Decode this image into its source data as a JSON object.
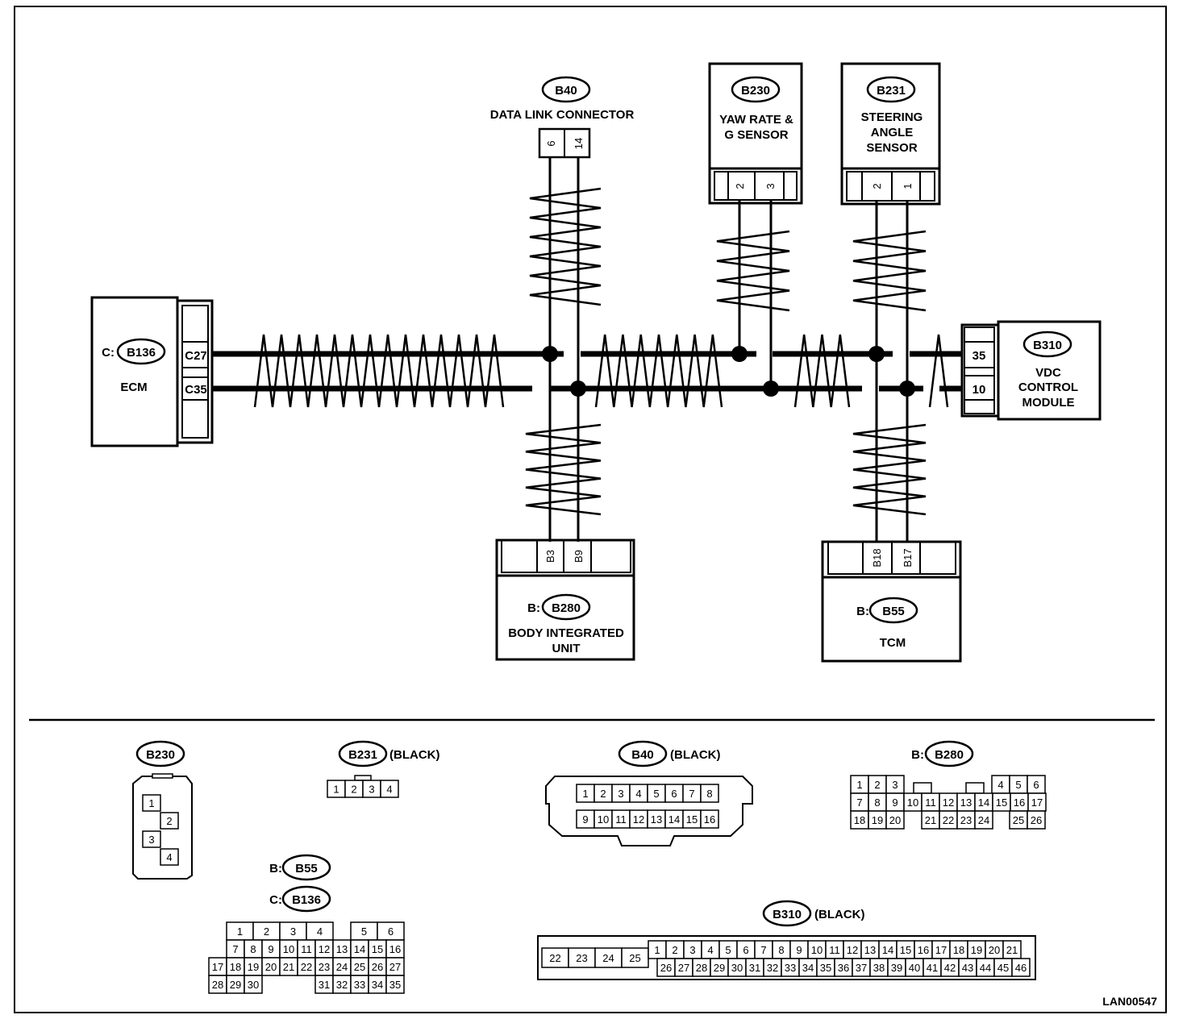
{
  "components": {
    "ecm": {
      "prefix": "C:",
      "id": "B136",
      "name": "ECM",
      "pins": [
        "C27",
        "C35"
      ]
    },
    "dlc": {
      "id": "B40",
      "name": "DATA LINK CONNECTOR",
      "pins": [
        "6",
        "14"
      ]
    },
    "yaw": {
      "id": "B230",
      "name_l1": "YAW RATE &",
      "name_l2": "G SENSOR",
      "pins": [
        "2",
        "3"
      ]
    },
    "steer": {
      "id": "B231",
      "name_l1": "STEERING",
      "name_l2": "ANGLE",
      "name_l3": "SENSOR",
      "pins": [
        "2",
        "1"
      ]
    },
    "vdc": {
      "id": "B310",
      "name_l1": "VDC",
      "name_l2": "CONTROL",
      "name_l3": "MODULE",
      "pins": [
        "35",
        "10"
      ]
    },
    "biu": {
      "prefix": "B:",
      "id": "B280",
      "name_l1": "BODY INTEGRATED",
      "name_l2": "UNIT",
      "pins": [
        "B3",
        "B9"
      ]
    },
    "tcm": {
      "prefix": "B:",
      "id": "B55",
      "name": "TCM",
      "pins": [
        "B18",
        "B17"
      ]
    }
  },
  "connectors": {
    "b230": {
      "id": "B230",
      "pins": [
        "1",
        "2",
        "3",
        "4"
      ]
    },
    "b231": {
      "id": "B231",
      "color": "(BLACK)",
      "pins": [
        "1",
        "2",
        "3",
        "4"
      ]
    },
    "b40": {
      "id": "B40",
      "color": "(BLACK)",
      "row1": [
        "1",
        "2",
        "3",
        "4",
        "5",
        "6",
        "7",
        "8"
      ],
      "row2": [
        "9",
        "10",
        "11",
        "12",
        "13",
        "14",
        "15",
        "16"
      ]
    },
    "b280": {
      "prefix": "B:",
      "id": "B280",
      "row1a": [
        "1",
        "2",
        "3"
      ],
      "row1b": [
        "4",
        "5",
        "6"
      ],
      "row2": [
        "7",
        "8",
        "9",
        "10",
        "11",
        "12",
        "13",
        "14",
        "15",
        "16",
        "17"
      ],
      "row3a": [
        "18",
        "19",
        "20"
      ],
      "row3b": [
        "21",
        "22",
        "23",
        "24"
      ],
      "row3c": [
        "25",
        "26"
      ]
    },
    "b55": {
      "prefix1": "B:",
      "id1": "B55",
      "prefix2": "C:",
      "id2": "B136",
      "row1": [
        "1",
        "2",
        "3",
        "4",
        "5",
        "6"
      ],
      "row2": [
        "7",
        "8",
        "9",
        "10",
        "11",
        "12",
        "13",
        "14",
        "15",
        "16"
      ],
      "row3": [
        "17",
        "18",
        "19",
        "20",
        "21",
        "22",
        "23",
        "24",
        "25",
        "26",
        "27"
      ],
      "row4a": [
        "28",
        "29",
        "30"
      ],
      "row4b": [
        "31",
        "32",
        "33",
        "34",
        "35"
      ]
    },
    "b310": {
      "id": "B310",
      "color": "(BLACK)",
      "big": [
        "22",
        "23",
        "24",
        "25"
      ],
      "row1": [
        "1",
        "2",
        "3",
        "4",
        "5",
        "6",
        "7",
        "8",
        "9",
        "10",
        "11",
        "12",
        "13",
        "14",
        "15",
        "16",
        "17",
        "18",
        "19",
        "20",
        "21"
      ],
      "row2": [
        "26",
        "27",
        "28",
        "29",
        "30",
        "31",
        "32",
        "33",
        "34",
        "35",
        "36",
        "37",
        "38",
        "39",
        "40",
        "41",
        "42",
        "43",
        "44",
        "45",
        "46"
      ]
    }
  },
  "footer": {
    "code": "LAN00547"
  }
}
